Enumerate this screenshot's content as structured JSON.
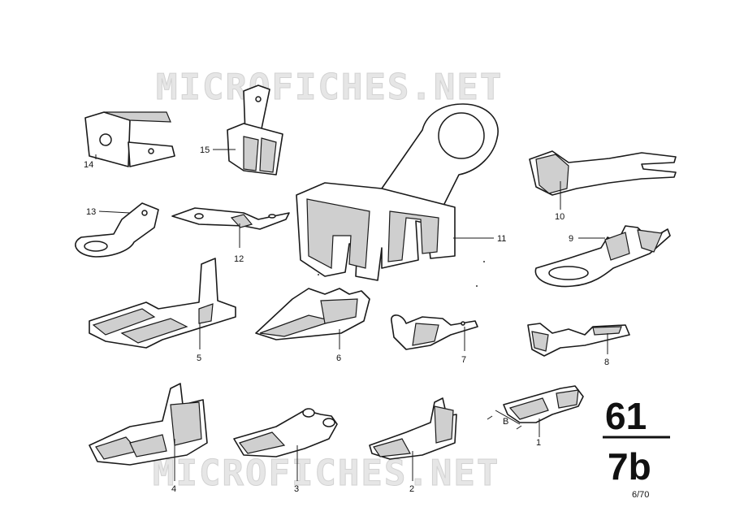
{
  "watermark": "MICROFICHES.NET",
  "page_ref": {
    "top": "61",
    "bottom": "7b",
    "footer": "6/70"
  },
  "dimension_label": "B",
  "callouts": [
    "1",
    "2",
    "3",
    "4",
    "5",
    "6",
    "7",
    "8",
    "9",
    "10",
    "11",
    "12",
    "13",
    "14",
    "15"
  ]
}
